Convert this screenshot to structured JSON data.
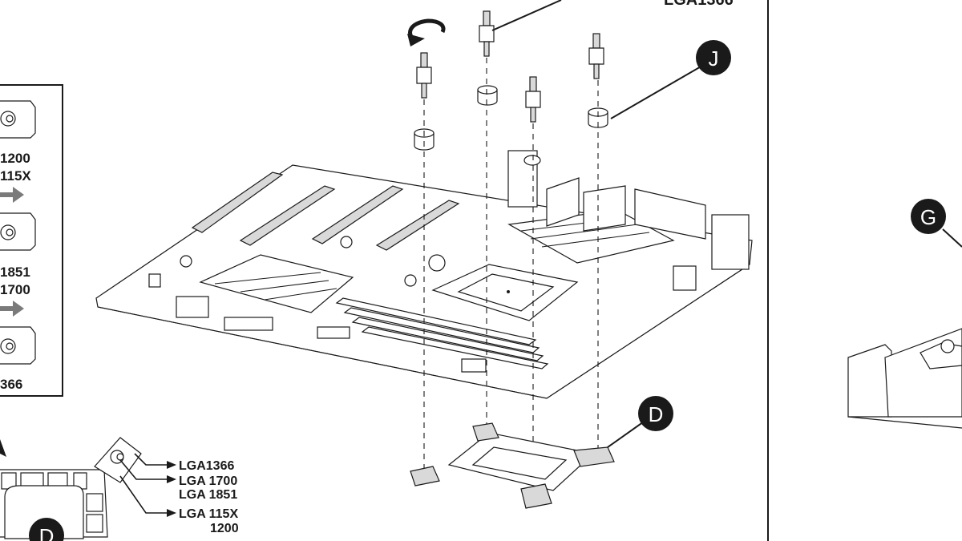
{
  "panel_top_label": "LGA1366",
  "callouts": {
    "j": "J",
    "d": "D",
    "g": "G",
    "d_left": "D"
  },
  "compat_list": {
    "row1": [
      "1200",
      "115X"
    ],
    "row2": [
      "1851",
      "1700"
    ],
    "row3": [
      "366"
    ]
  },
  "bracket_labels": {
    "slot1": "LGA1366",
    "slot2_line1": "LGA 1700",
    "slot2_line2": "LGA 1851",
    "slot3_line1": "LGA 115X",
    "slot3_line2": "1200"
  },
  "icons": [
    "rotate-arrow-icon",
    "right-arrow-icon"
  ]
}
